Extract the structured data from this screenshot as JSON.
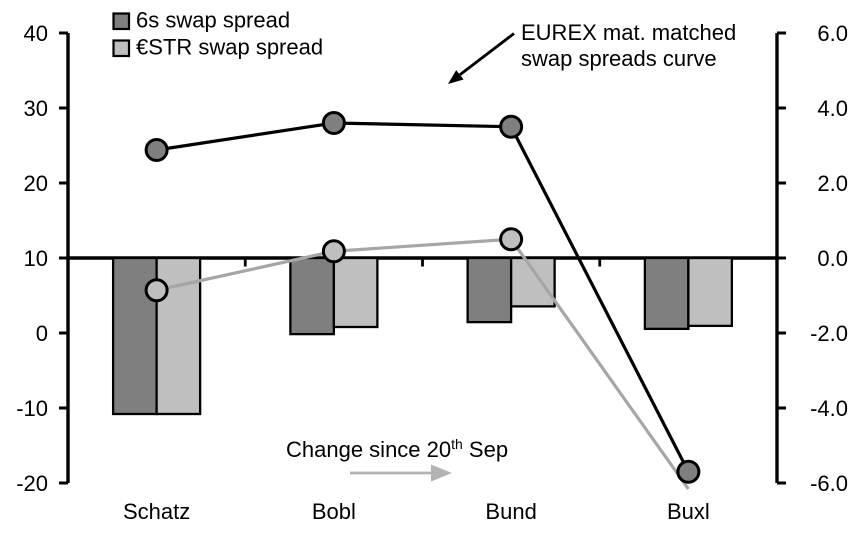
{
  "chart_data": {
    "type": "combo",
    "title": "",
    "categories": [
      "Schatz",
      "Bobl",
      "Bund",
      "Buxl"
    ],
    "left_axis": {
      "ticks": [
        "40",
        "30",
        "20",
        "10",
        "0",
        "-10",
        "-20"
      ],
      "range": [
        -20,
        40
      ],
      "grid": false
    },
    "right_axis": {
      "ticks": [
        "6.0",
        "4.0",
        "2.0",
        "0.0",
        "-2.0",
        "-4.0",
        "-6.0"
      ],
      "range": [
        -6.0,
        6.0
      ],
      "grid": false
    },
    "bar_series": [
      {
        "key": "6s",
        "name": "6s swap spread",
        "axis": "right",
        "fill": "#7f7f7f",
        "values": [
          -4.16,
          -2.03,
          -1.71,
          -1.89
        ]
      },
      {
        "key": "estr",
        "name": "€STR swap spread",
        "axis": "right",
        "fill": "#bfbfbf",
        "values": [
          -4.16,
          -1.84,
          -1.29,
          -1.81
        ]
      }
    ],
    "line_series": [
      {
        "key": "estr",
        "name": "€STR swap spread curve",
        "axis": "left",
        "stroke": "#a6a6a6",
        "marker_fill": "#bfbfbf",
        "values": [
          5.7,
          10.9,
          12.5,
          -20.8
        ],
        "markers": [
          true,
          true,
          true,
          false
        ]
      },
      {
        "key": "6s",
        "name": "6s swap spread curve",
        "axis": "left",
        "stroke": "#000000",
        "marker_fill": "#7f7f7f",
        "values": [
          24.4,
          28.0,
          27.5,
          -18.5
        ],
        "markers": [
          true,
          true,
          true,
          true
        ]
      }
    ],
    "legend": [
      {
        "label": "6s swap spread",
        "fill": "#7f7f7f"
      },
      {
        "label": "€STR swap spread",
        "fill": "#bfbfbf"
      }
    ],
    "annotations": {
      "curve_label": {
        "line1": "EUREX mat. matched",
        "line2": "swap spreads curve"
      },
      "change_label": {
        "prefix": "Change since 20",
        "sup": "th",
        "suffix": " Sep"
      }
    },
    "colors": {
      "dark_gray": "#7f7f7f",
      "light_gray": "#bfbfbf",
      "black": "#000000",
      "gray_line": "#a6a6a6",
      "arrow_gray": "#b3b3b3"
    },
    "layout_hints": {
      "legend_position": "top-left",
      "bars_axis": "right",
      "lines_axis": "left",
      "zero_line_left_value": 10
    }
  }
}
